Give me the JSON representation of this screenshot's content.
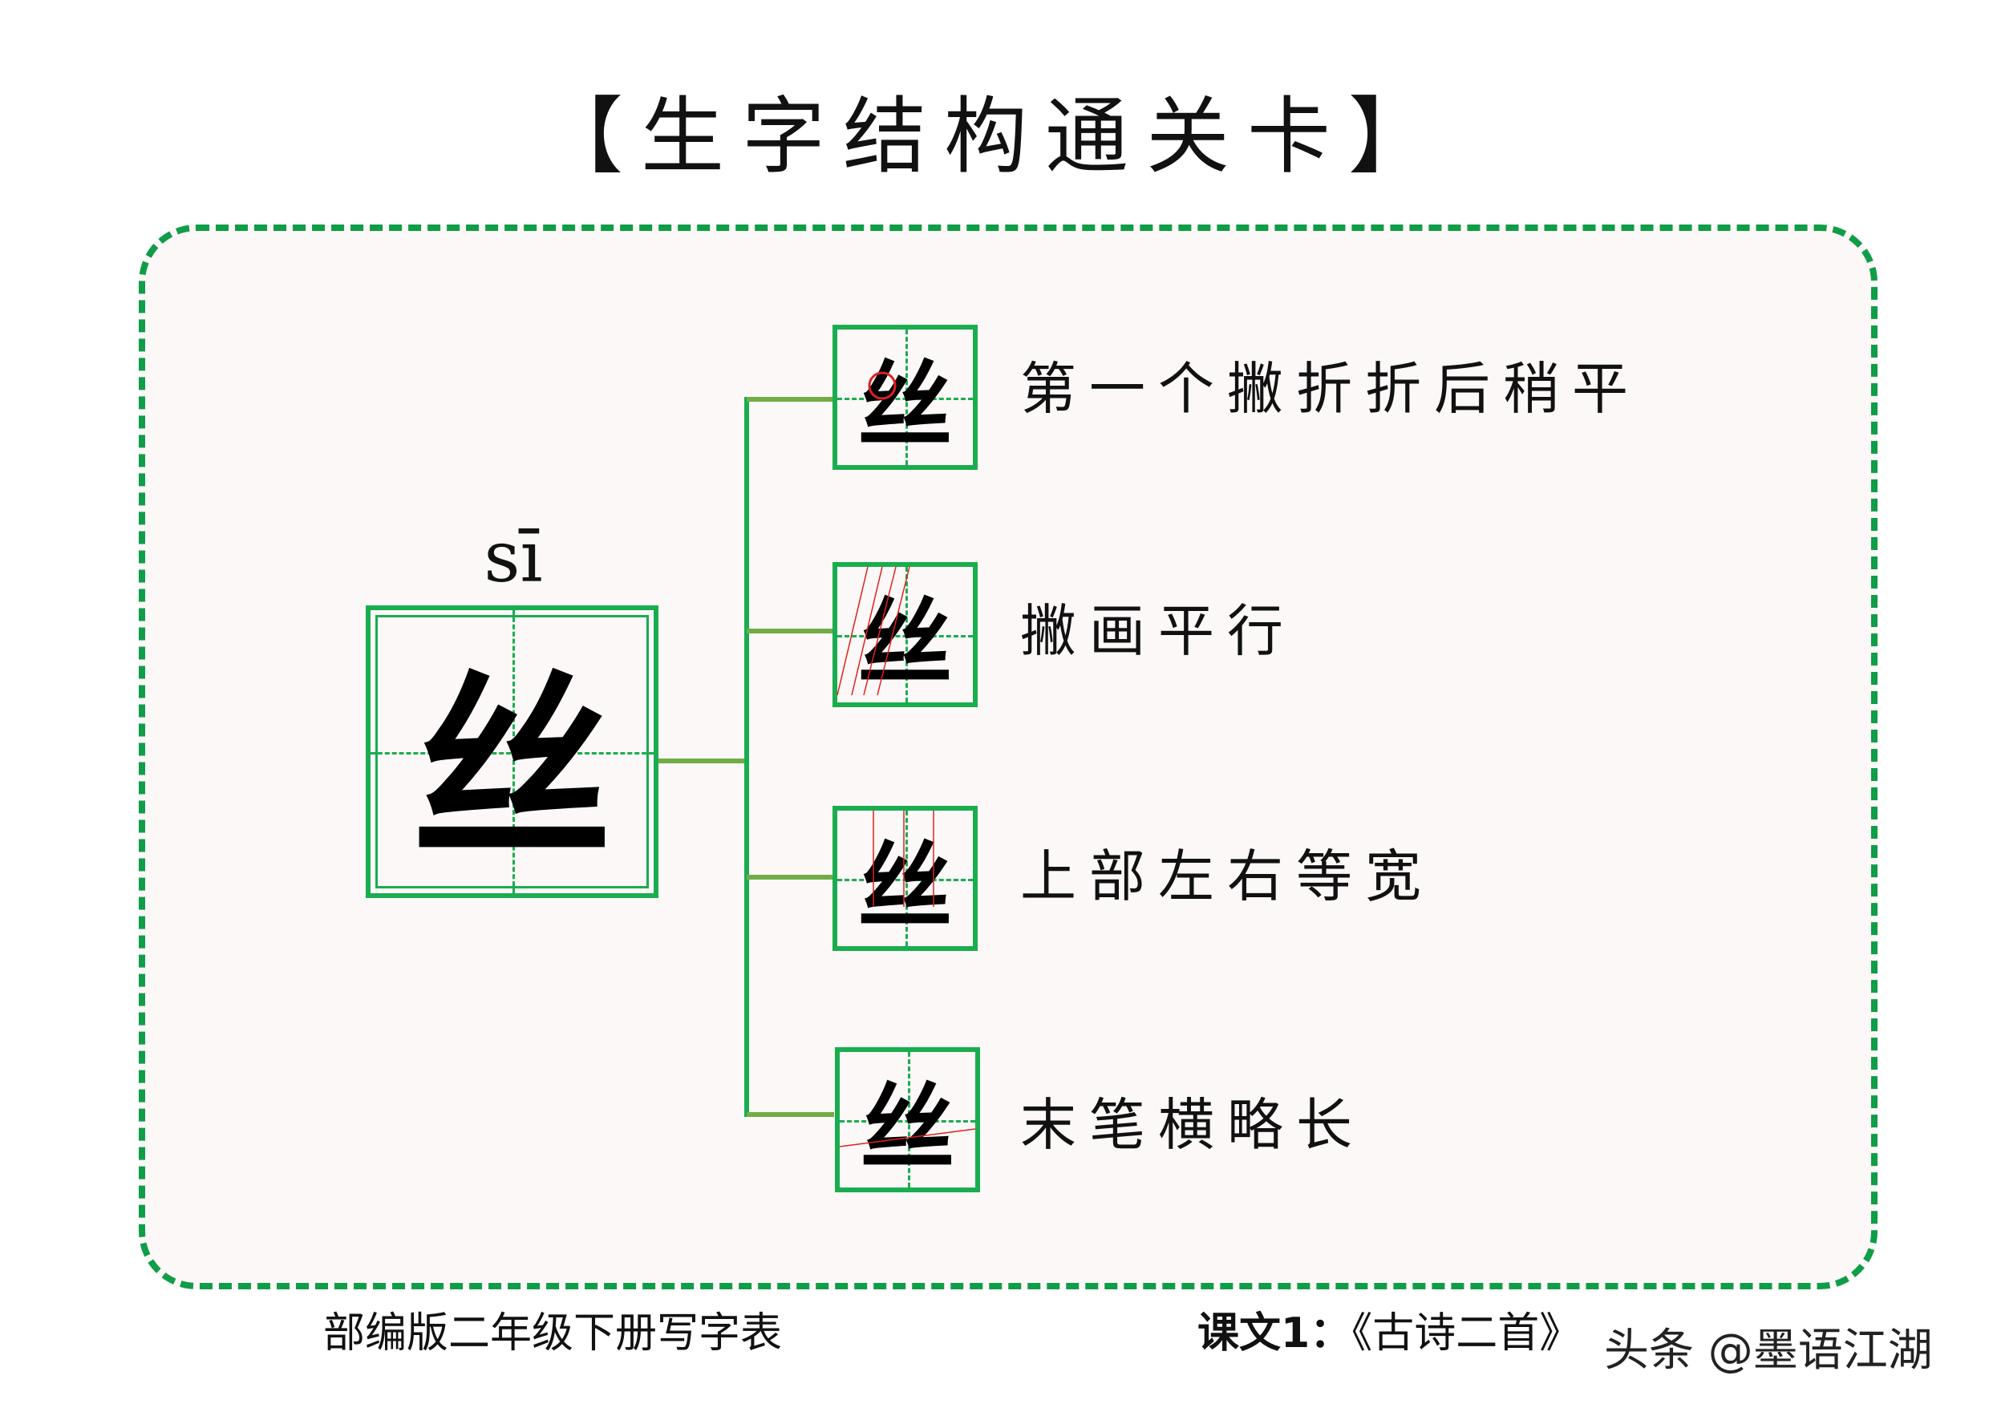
{
  "title": "【生字结构通关卡】",
  "character": {
    "hanzi": "丝",
    "pinyin": "sī"
  },
  "tips": [
    {
      "label": "第一个撇折折后稍平",
      "char": "丝",
      "mark": "circle"
    },
    {
      "label": "撇画平行",
      "char": "丝",
      "mark": "parallel-slants"
    },
    {
      "label": "上部左右等宽",
      "char": "丝",
      "mark": "vertical-guides"
    },
    {
      "label": "末笔横略长",
      "char": "丝",
      "mark": "horizontal-line"
    }
  ],
  "footer": {
    "left": "部编版二年级下册写字表",
    "lesson_label": "课文1：",
    "lesson_title": "《古诗二首》",
    "watermark": "头条 @墨语江湖"
  },
  "colors": {
    "grid": "#1aad4f",
    "border": "#0f9d47",
    "connector": "#70ad47",
    "annotation": "#e02020",
    "card_bg": "#fbf8f7"
  }
}
